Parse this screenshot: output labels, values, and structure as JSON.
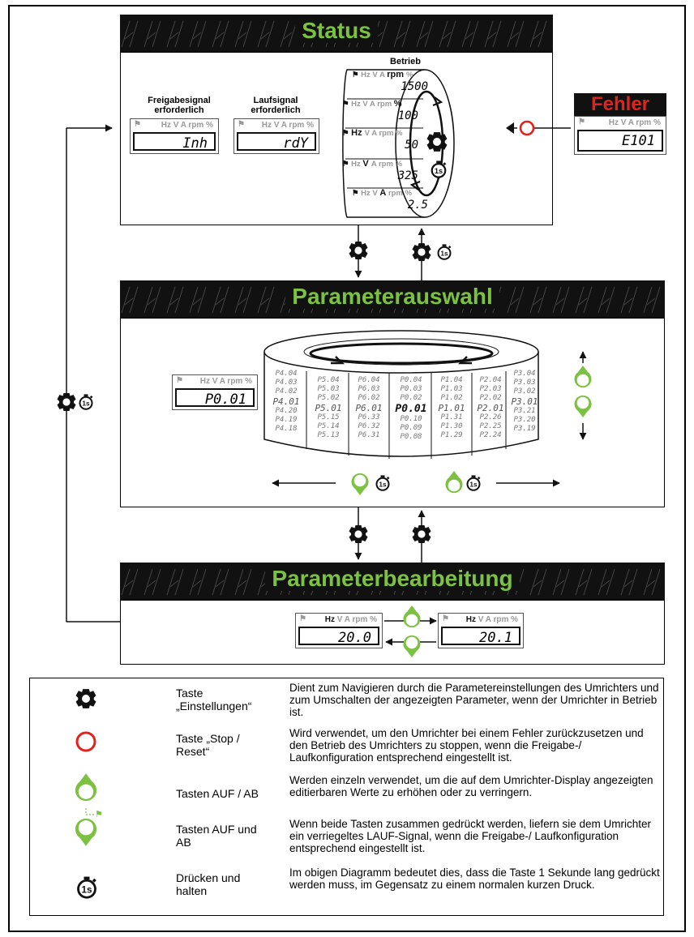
{
  "sections": {
    "status": "Status",
    "parameter_selection": "Parameterauswahl",
    "parameter_editing": "Parameterbearbeitung",
    "fault": "Fehler"
  },
  "status": {
    "enable_label": "Freigabesignal erforderlich",
    "run_label": "Laufsignal erforderlich",
    "operation_label": "Betrieb",
    "enable_value": "Inh",
    "run_value": "rdY",
    "fault_value": "E101",
    "drum": [
      {
        "units": [
          "Hz",
          "V",
          "A",
          "rpm",
          "%"
        ],
        "active": "rpm",
        "value": "1500"
      },
      {
        "units": [
          "Hz",
          "V",
          "A",
          "rpm",
          "%"
        ],
        "active": "%",
        "value": "100"
      },
      {
        "units": [
          "Hz",
          "V",
          "A",
          "rpm",
          "%"
        ],
        "active": "Hz",
        "value": "50"
      },
      {
        "units": [
          "Hz",
          "V",
          "A",
          "rpm",
          "%"
        ],
        "active": "V",
        "value": "325"
      },
      {
        "units": [
          "Hz",
          "V",
          "A",
          "rpm",
          "%"
        ],
        "active": "A",
        "value": "2.5"
      }
    ]
  },
  "lcd_units": "Hz V A rpm %",
  "parameter_selection": {
    "display_value": "P0.01",
    "columns": [
      [
        "P4.04",
        "P4.03",
        "P4.02",
        "P4.01",
        "P4.20",
        "P4.19",
        "P4.18"
      ],
      [
        "P5.04",
        "P5.03",
        "P5.02",
        "P5.01",
        "P5.15",
        "P5.14",
        "P5.13"
      ],
      [
        "P6.04",
        "P6.03",
        "P6.02",
        "P6.01",
        "P6.33",
        "P6.32",
        "P6.31"
      ],
      [
        "P0.04",
        "P0.03",
        "P0.02",
        "P0.01",
        "P0.10",
        "P0.09",
        "P0.08"
      ],
      [
        "P1.04",
        "P1.03",
        "P1.02",
        "P1.01",
        "P1.31",
        "P1.30",
        "P1.29"
      ],
      [
        "P2.04",
        "P2.03",
        "P2.02",
        "P2.01",
        "P2.26",
        "P2.25",
        "P2.24"
      ],
      [
        "P3.04",
        "P3.03",
        "P3.02",
        "P3.01",
        "P3.21",
        "P3.20",
        "P3.19"
      ]
    ]
  },
  "parameter_editing": {
    "left_value": "20.0",
    "right_value": "20.1"
  },
  "legend": [
    {
      "icon": "gear-icon",
      "name": "Taste „Einstellungen“",
      "desc": "Dient zum Navigieren durch die Parametereinstellungen des Umrichters und zum Umschalten der angezeigten Parameter, wenn der Umrichter in Betrieb ist."
    },
    {
      "icon": "stop-reset-icon",
      "name": "Taste „Stop / Reset“",
      "desc": "Wird verwendet, um den Umrichter bei einem Fehler zurückzusetzen und den Betrieb des Umrichters zu stoppen, wenn die Freigabe-/ Laufkonfiguration entsprechend eingestellt ist."
    },
    {
      "icon": "up-down-icon",
      "name": "Tasten AUF / AB",
      "desc": "Werden einzeln verwendet, um die auf dem Umrichter-Display angezeigten editierbaren Werte zu erhöhen oder zu verringern."
    },
    {
      "icon": "up-and-down-run-icon",
      "name": "Tasten AUF und AB",
      "desc": "Wenn beide Tasten zusammen gedrückt werden, liefern sie dem Umrichter ein verriegeltes LAUF-Signal, wenn die Freigabe-/ Laufkonfiguration entsprechend eingestellt ist."
    },
    {
      "icon": "press-hold-1s-icon",
      "name": "Drücken und halten",
      "desc": "Im obigen Diagramm bedeutet dies, dass die Taste 1 Sekunde lang gedrückt werden muss, im Gegensatz zu einem normalen kurzen Druck."
    }
  ],
  "colors": {
    "green": "#7dc143",
    "red": "#e1221d",
    "banner": "#111111"
  }
}
